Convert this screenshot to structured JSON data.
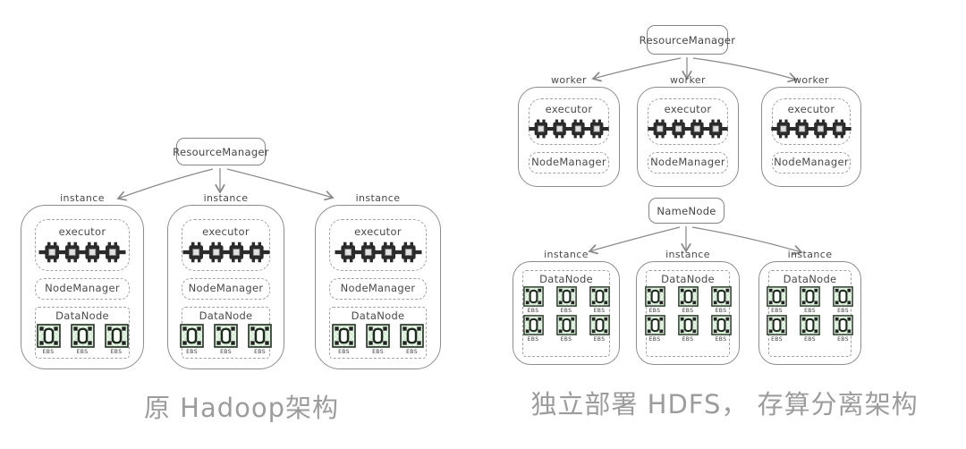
{
  "left_diagram": {
    "caption": "原 Hadoop架构",
    "resource_manager": {
      "label": "ResourceManager"
    },
    "instances": [
      {
        "title": "instance",
        "executor": {
          "label": "executor",
          "chip_count": 4
        },
        "node_manager": {
          "label": "NodeManager"
        },
        "data_node": {
          "label": "DataNode",
          "ebs_label": "EBS",
          "ebs_count": 3
        }
      },
      {
        "title": "instance",
        "executor": {
          "label": "executor",
          "chip_count": 4
        },
        "node_manager": {
          "label": "NodeManager"
        },
        "data_node": {
          "label": "DataNode",
          "ebs_label": "EBS",
          "ebs_count": 3
        }
      },
      {
        "title": "instance",
        "executor": {
          "label": "executor",
          "chip_count": 4
        },
        "node_manager": {
          "label": "NodeManager"
        },
        "data_node": {
          "label": "DataNode",
          "ebs_label": "EBS",
          "ebs_count": 3
        }
      }
    ]
  },
  "right_diagram": {
    "caption": "独立部署 HDFS， 存算分离架构",
    "compute_cluster": {
      "resource_manager": {
        "label": "ResourceManager"
      },
      "workers": [
        {
          "title": "worker",
          "executor": {
            "label": "executor",
            "chip_count": 4
          },
          "node_manager": {
            "label": "NodeManager"
          }
        },
        {
          "title": "worker",
          "executor": {
            "label": "executor",
            "chip_count": 4
          },
          "node_manager": {
            "label": "NodeManager"
          }
        },
        {
          "title": "worker",
          "executor": {
            "label": "executor",
            "chip_count": 4
          },
          "node_manager": {
            "label": "NodeManager"
          }
        }
      ]
    },
    "storage_cluster": {
      "name_node": {
        "label": "NameNode"
      },
      "instances": [
        {
          "title": "instance",
          "data_node": {
            "label": "DataNode",
            "ebs_label": "EBS",
            "ebs_count": 6
          }
        },
        {
          "title": "instance",
          "data_node": {
            "label": "DataNode",
            "ebs_label": "EBS",
            "ebs_count": 6
          }
        },
        {
          "title": "instance",
          "data_node": {
            "label": "DataNode",
            "ebs_label": "EBS",
            "ebs_count": 6
          }
        }
      ]
    }
  },
  "colors": {
    "box_stroke": "#8d8d8d",
    "dashed_stroke": "#a2a2a2",
    "label_text": "#4a4a4a",
    "caption_text": "#9c9c9c",
    "arrow": "#8a8a8a",
    "ebs_green_light": "#eef7ee",
    "ebs_green_check": "#cfe8cf",
    "chip_dark": "#2b2b2b"
  }
}
